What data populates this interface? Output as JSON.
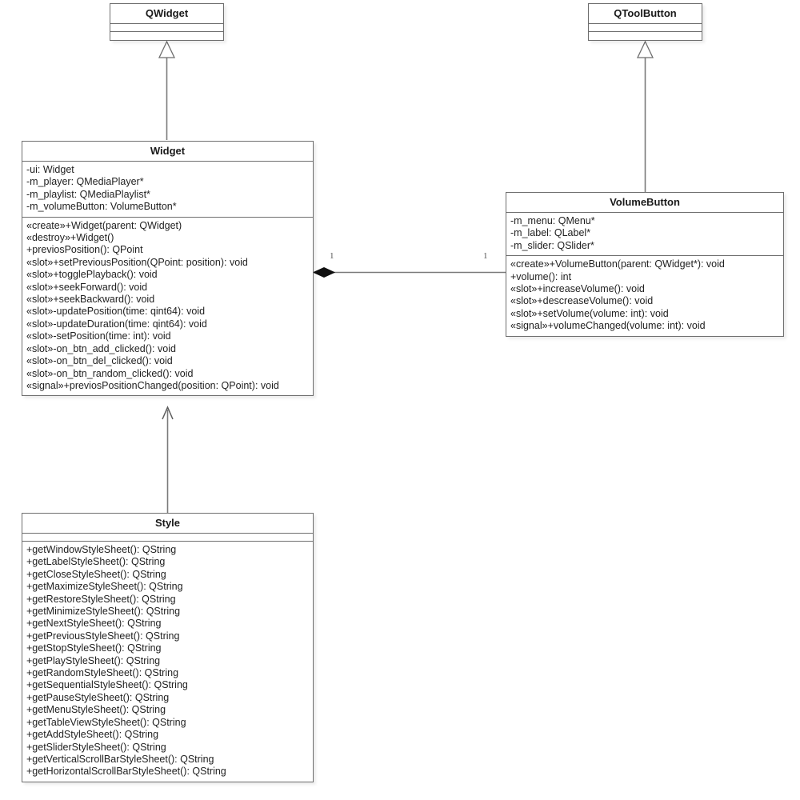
{
  "diagram": {
    "title": "UML class diagram",
    "stroke_color": "#6e6e6e",
    "connector_color": "#7a7a7a",
    "background": "#ffffff"
  },
  "classes": {
    "qwidget": {
      "name": "QWidget",
      "attributes": [],
      "operations": []
    },
    "qtoolbutton": {
      "name": "QToolButton",
      "attributes": [],
      "operations": []
    },
    "widget": {
      "name": "Widget",
      "attributes": [
        "-ui: Widget",
        "-m_player: QMediaPlayer*",
        "-m_playlist: QMediaPlaylist*",
        "-m_volumeButton: VolumeButton*"
      ],
      "operations": [
        "«create»+Widget(parent: QWidget)",
        "«destroy»+Widget()",
        "+previosPosition(): QPoint",
        "«slot»+setPreviousPosition(QPoint: position): void",
        "«slot»+togglePlayback(): void",
        "«slot»+seekForward(): void",
        "«slot»+seekBackward(): void",
        "«slot»-updatePosition(time: qint64): void",
        "«slot»-updateDuration(time: qint64): void",
        "«slot»-setPosition(time: int): void",
        "«slot»-on_btn_add_clicked(): void",
        "«slot»-on_btn_del_clicked(): void",
        "«slot»-on_btn_random_clicked(): void",
        "«signal»+previosPositionChanged(position: QPoint): void"
      ]
    },
    "volumebutton": {
      "name": "VolumeButton",
      "attributes": [
        "-m_menu: QMenu*",
        "-m_label: QLabel*",
        "-m_slider: QSlider*"
      ],
      "operations": [
        "«create»+VolumeButton(parent: QWidget*): void",
        "+volume(): int",
        "«slot»+increaseVolume(): void",
        "«slot»+descreaseVolume(): void",
        "«slot»+setVolume(volume: int): void",
        "«signal»+volumeChanged(volume: int): void"
      ]
    },
    "style": {
      "name": "Style",
      "attributes": [],
      "operations": [
        "+getWindowStyleSheet(): QString",
        "+getLabelStyleSheet(): QString",
        "+getCloseStyleSheet(): QString",
        "+getMaximizeStyleSheet(): QString",
        "+getRestoreStyleSheet(): QString",
        "+getMinimizeStyleSheet(): QString",
        "+getNextStyleSheet(): QString",
        "+getPreviousStyleSheet(): QString",
        "+getStopStyleSheet(): QString",
        "+getPlayStyleSheet(): QString",
        "+getRandomStyleSheet(): QString",
        "+getSequentialStyleSheet(): QString",
        "+getPauseStyleSheet(): QString",
        "+getMenuStyleSheet(): QString",
        "+getTableViewStyleSheet(): QString",
        "+getAddStyleSheet(): QString",
        "+getSliderStyleSheet(): QString",
        "+getVerticalScrollBarStyleSheet(): QString",
        "+getHorizontalScrollBarStyleSheet(): QString"
      ]
    }
  },
  "relationships": {
    "widget_inherits_qwidget": {
      "type": "generalization",
      "from": "Widget",
      "to": "QWidget"
    },
    "volumebutton_inherits_qtoolbutton": {
      "type": "generalization",
      "from": "VolumeButton",
      "to": "QToolButton"
    },
    "style_to_widget": {
      "type": "association",
      "from": "Style",
      "to": "Widget"
    },
    "widget_composes_volumebutton": {
      "type": "composition",
      "from": "Widget",
      "to": "VolumeButton",
      "source_multiplicity": "1",
      "target_multiplicity": "1"
    }
  }
}
